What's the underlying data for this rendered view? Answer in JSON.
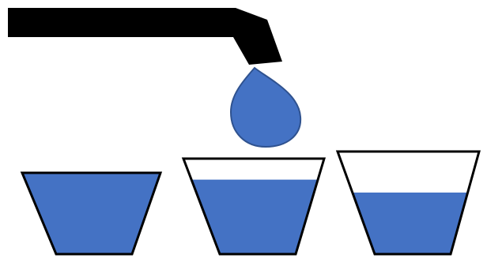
{
  "scene": {
    "background": "#ffffff",
    "colors": {
      "water": "#4472C4",
      "water_stroke": "#2F528F",
      "faucet": "#000000",
      "cup_outline": "#000000",
      "cup_interior": "#ffffff"
    },
    "faucet": {
      "icon": "faucet-icon"
    },
    "drop": {
      "icon": "water-drop-icon"
    },
    "cups": [
      {
        "icon": "cup-icon",
        "fill_level": 1.0
      },
      {
        "icon": "cup-icon",
        "fill_level": 0.78
      },
      {
        "icon": "cup-icon",
        "fill_level": 0.6
      }
    ]
  }
}
